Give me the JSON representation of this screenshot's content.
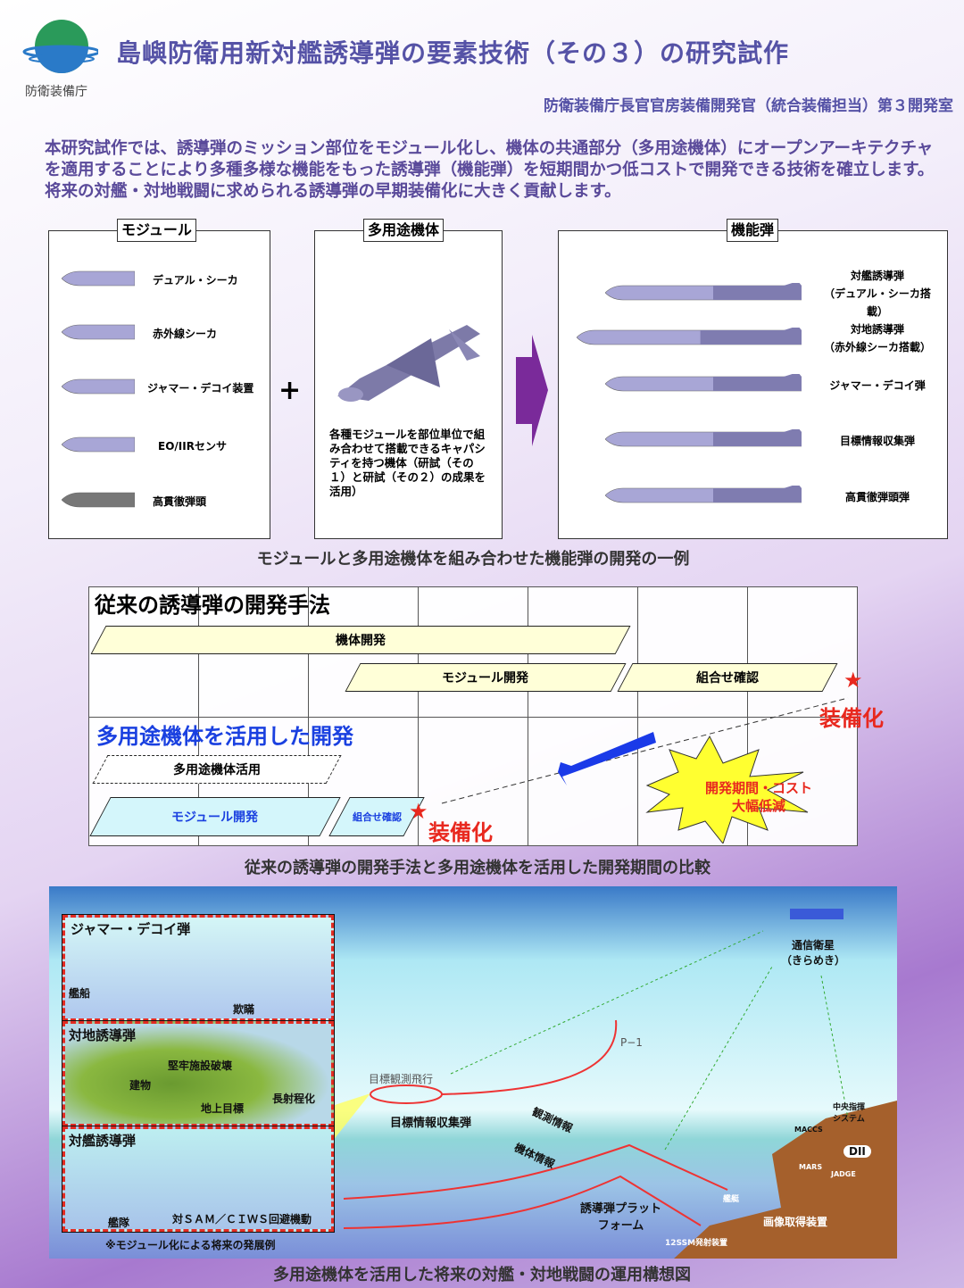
{
  "header": {
    "org": "防衛装備庁",
    "title": "島嶼防衛用新対艦誘導弾の要素技術（その３）の研究試作",
    "subtitle": "防衛装備庁長官官房装備開発官（統合装備担当）第３開発室"
  },
  "intro": "本研究試作では、誘導弾のミッション部位をモジュール化し、機体の共通部分（多用途機体）にオープンアーキテクチャを適用することにより多種多様な機能をもった誘導弾（機能弾）を短期間かつ低コストで開発できる技術を確立します。将来の対艦・対地戦闘に求められる誘導弾の早期装備化に大きく貢献します。",
  "modules": {
    "label": "モジュール",
    "items": [
      "デュアル・シーカ",
      "赤外線シーカ",
      "ジャマー・デコイ装置",
      "EO/IIRセンサ",
      "高貫徹弾頭"
    ]
  },
  "plus": "+",
  "airframe": {
    "label": "多用途機体",
    "desc": "各種モジュールを部位単位で組み合わせて搭載できるキャパシティを持つ機体（研試（その１）と研試（その２）の成果を活用）"
  },
  "functional": {
    "label": "機能弾",
    "items": [
      [
        "対艦誘導弾",
        "（デュアル・シーカ搭載）"
      ],
      [
        "対地誘導弾",
        "（赤外線シーカ搭載）"
      ],
      [
        "ジャマー・デコイ弾",
        ""
      ],
      [
        "目標情報収集弾",
        ""
      ],
      [
        "高貫徹弾頭弾",
        ""
      ]
    ]
  },
  "caption1": "モジュールと多用途機体を組み合わせた機能弾の開発の一例",
  "timeline": {
    "conventional_title": "従来の誘導弾の開発手法",
    "airframe_dev": "機体開発",
    "module_dev": "モジュール開発",
    "combo_check": "組合せ確認",
    "deploy": "装備化",
    "new_title": "多用途機体を活用した開発",
    "airframe_use": "多用途機体活用",
    "new_module_dev": "モジュール開発",
    "new_combo_check": "組合せ確認",
    "new_deploy": "装備化",
    "burst": "開発期間・コスト\n大幅低減",
    "burst1": "開発期間・コスト",
    "burst2": "大幅低減"
  },
  "caption2": "従来の誘導弾の開発手法と多用途機体を活用した開発期間の比較",
  "concept": {
    "panels": [
      {
        "title": "ジャマー・デコイ弾",
        "labels": [
          "艦船",
          "欺瞞"
        ]
      },
      {
        "title": "対地誘導弾",
        "labels": [
          "建物",
          "堅牢施設破壊",
          "地上目標",
          "長射程化"
        ]
      },
      {
        "title": "対艦誘導弾",
        "labels": [
          "艦隊",
          "対ＳＡＭ／ＣＩＷＳ回避機動"
        ]
      }
    ],
    "note": "※モジュール化による将来の発展例",
    "satellite": [
      "通信衛星",
      "（きらめき）"
    ],
    "p1": "P−1",
    "observe_flight": "目標観測飛行",
    "collector": "目標情報収集弾",
    "obs_info": "観測情報",
    "body_info": "機体情報",
    "platform": [
      "誘導弾プラット",
      "フォーム"
    ],
    "ship": "艦艇",
    "ssm": "12SSM発射装置",
    "central": [
      "中央指揮",
      "システム"
    ],
    "maccs": "MACCS",
    "dii": "DII",
    "mars": "MARS",
    "jadge": "JADGE",
    "imaging": "画像取得装置"
  },
  "caption3": "多用途機体を活用した将来の対艦・対地戦闘の運用構想図",
  "colors": {
    "title": "#5552a6",
    "red": "#e8281e",
    "blue": "#1a40e0",
    "arrow": "#7a2a9a"
  }
}
